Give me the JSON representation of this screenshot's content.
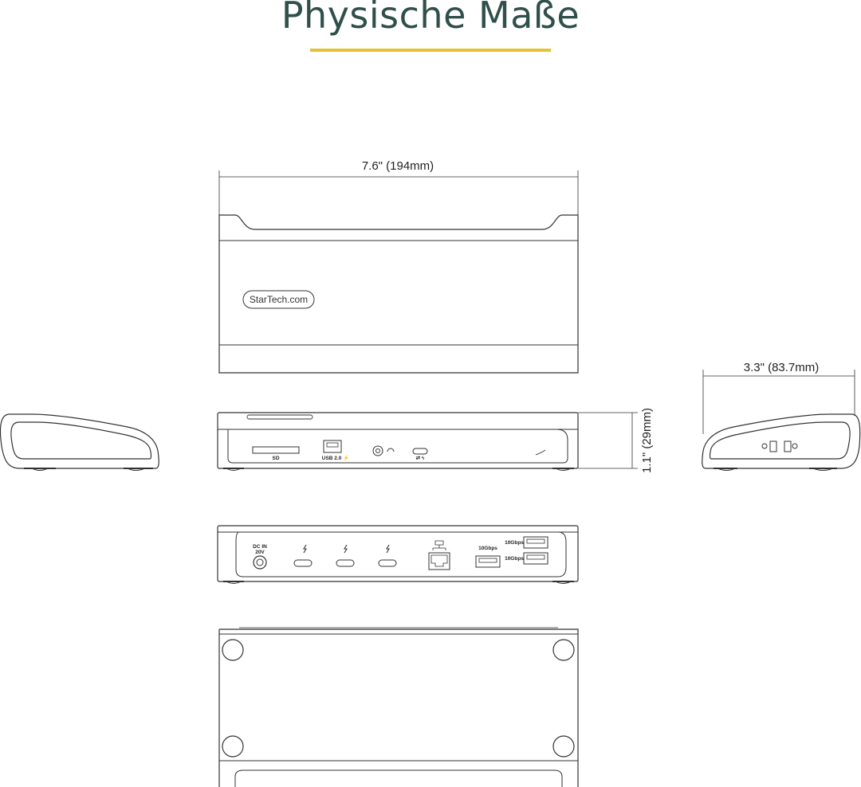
{
  "title": "Physische Maße",
  "accent_color": "#e6c232",
  "title_color": "#2f4f4a",
  "dimensions": {
    "width": "7.6\" (194mm)",
    "depth": "3.3\" (83.7mm)",
    "height": "1.1\" (29mm)"
  },
  "brand_logo": "StarTech.com",
  "front_ports": {
    "sd": "SD",
    "usb": "USB 2.0 ⚡",
    "usbc": "⇄ ϟ"
  },
  "rear_ports": {
    "dc_in_line1": "DC IN",
    "dc_in_line2": "20V",
    "speed_1": "10Gbps",
    "speed_2": "10Gbps",
    "speed_3": "10Gbps"
  }
}
